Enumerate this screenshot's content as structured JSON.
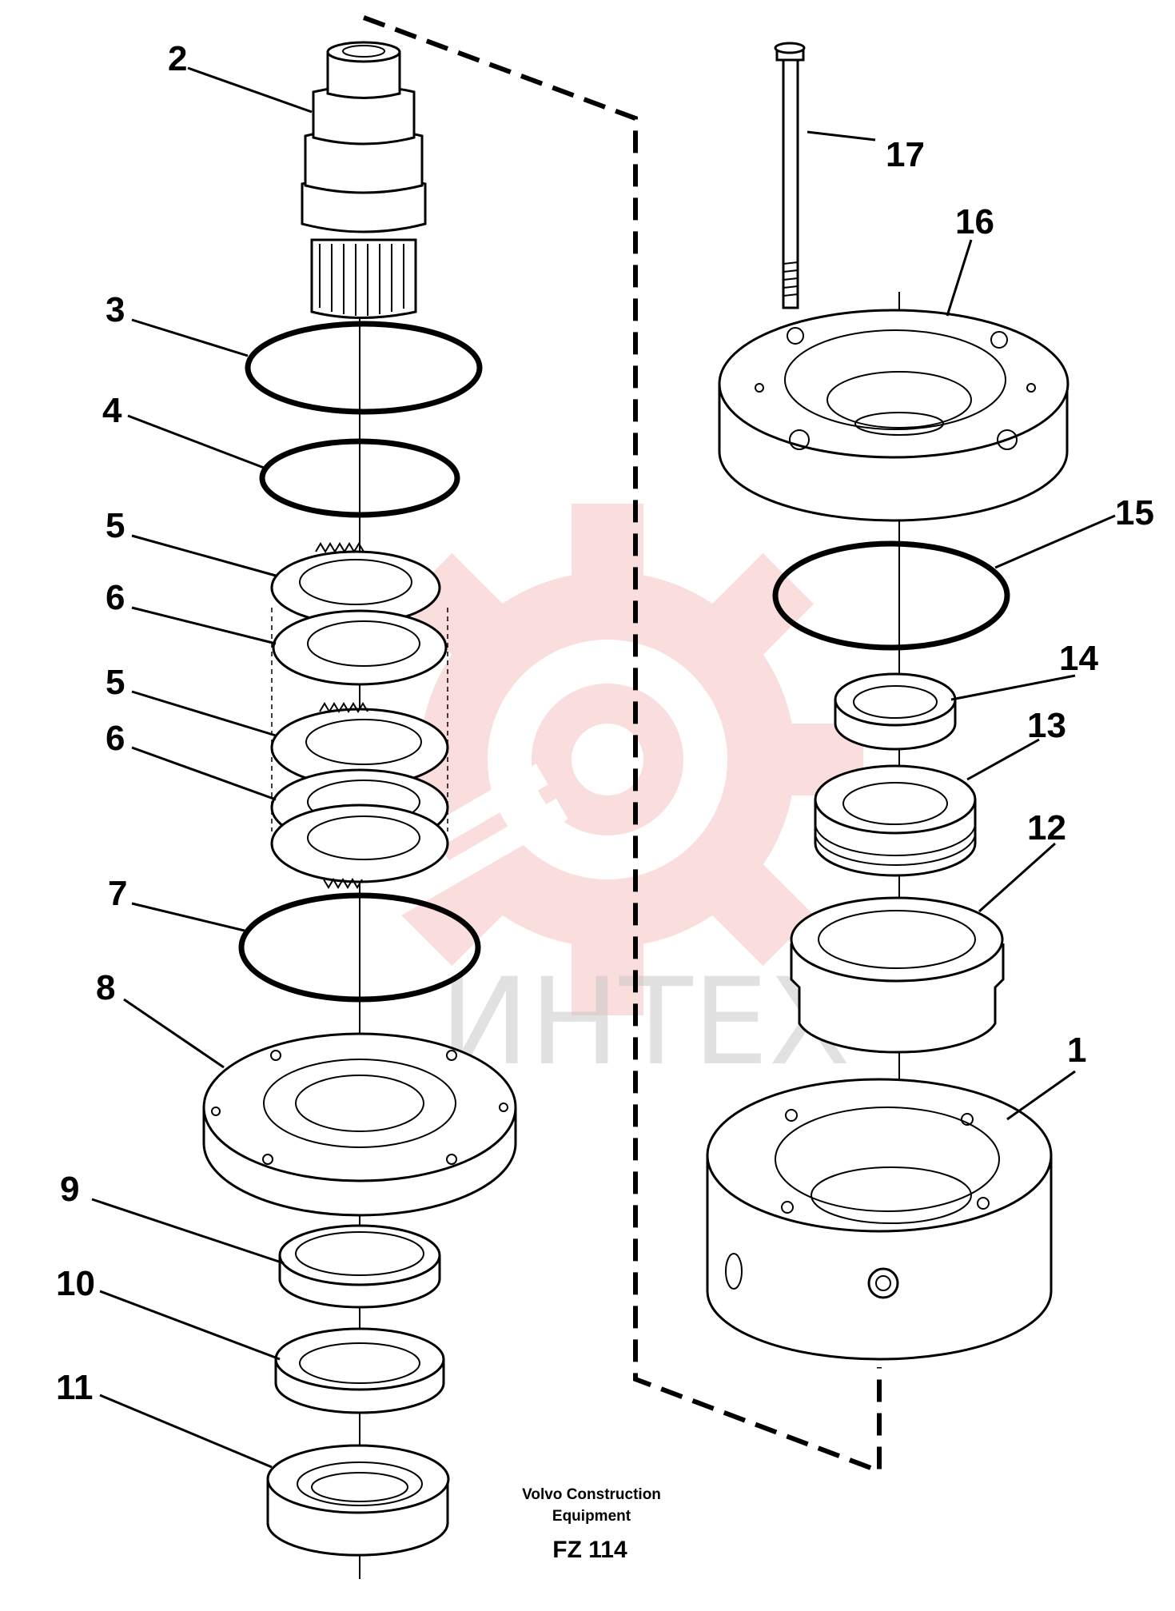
{
  "diagram": {
    "watermark_text": "ИНТЕХ",
    "caption": {
      "line1": "Volvo Construction",
      "line2": "Equipment",
      "code": "FZ 114"
    },
    "callouts": [
      "2",
      "3",
      "4",
      "5",
      "6",
      "5",
      "6",
      "7",
      "8",
      "9",
      "10",
      "11",
      "17",
      "16",
      "15",
      "14",
      "13",
      "12",
      "1"
    ]
  }
}
